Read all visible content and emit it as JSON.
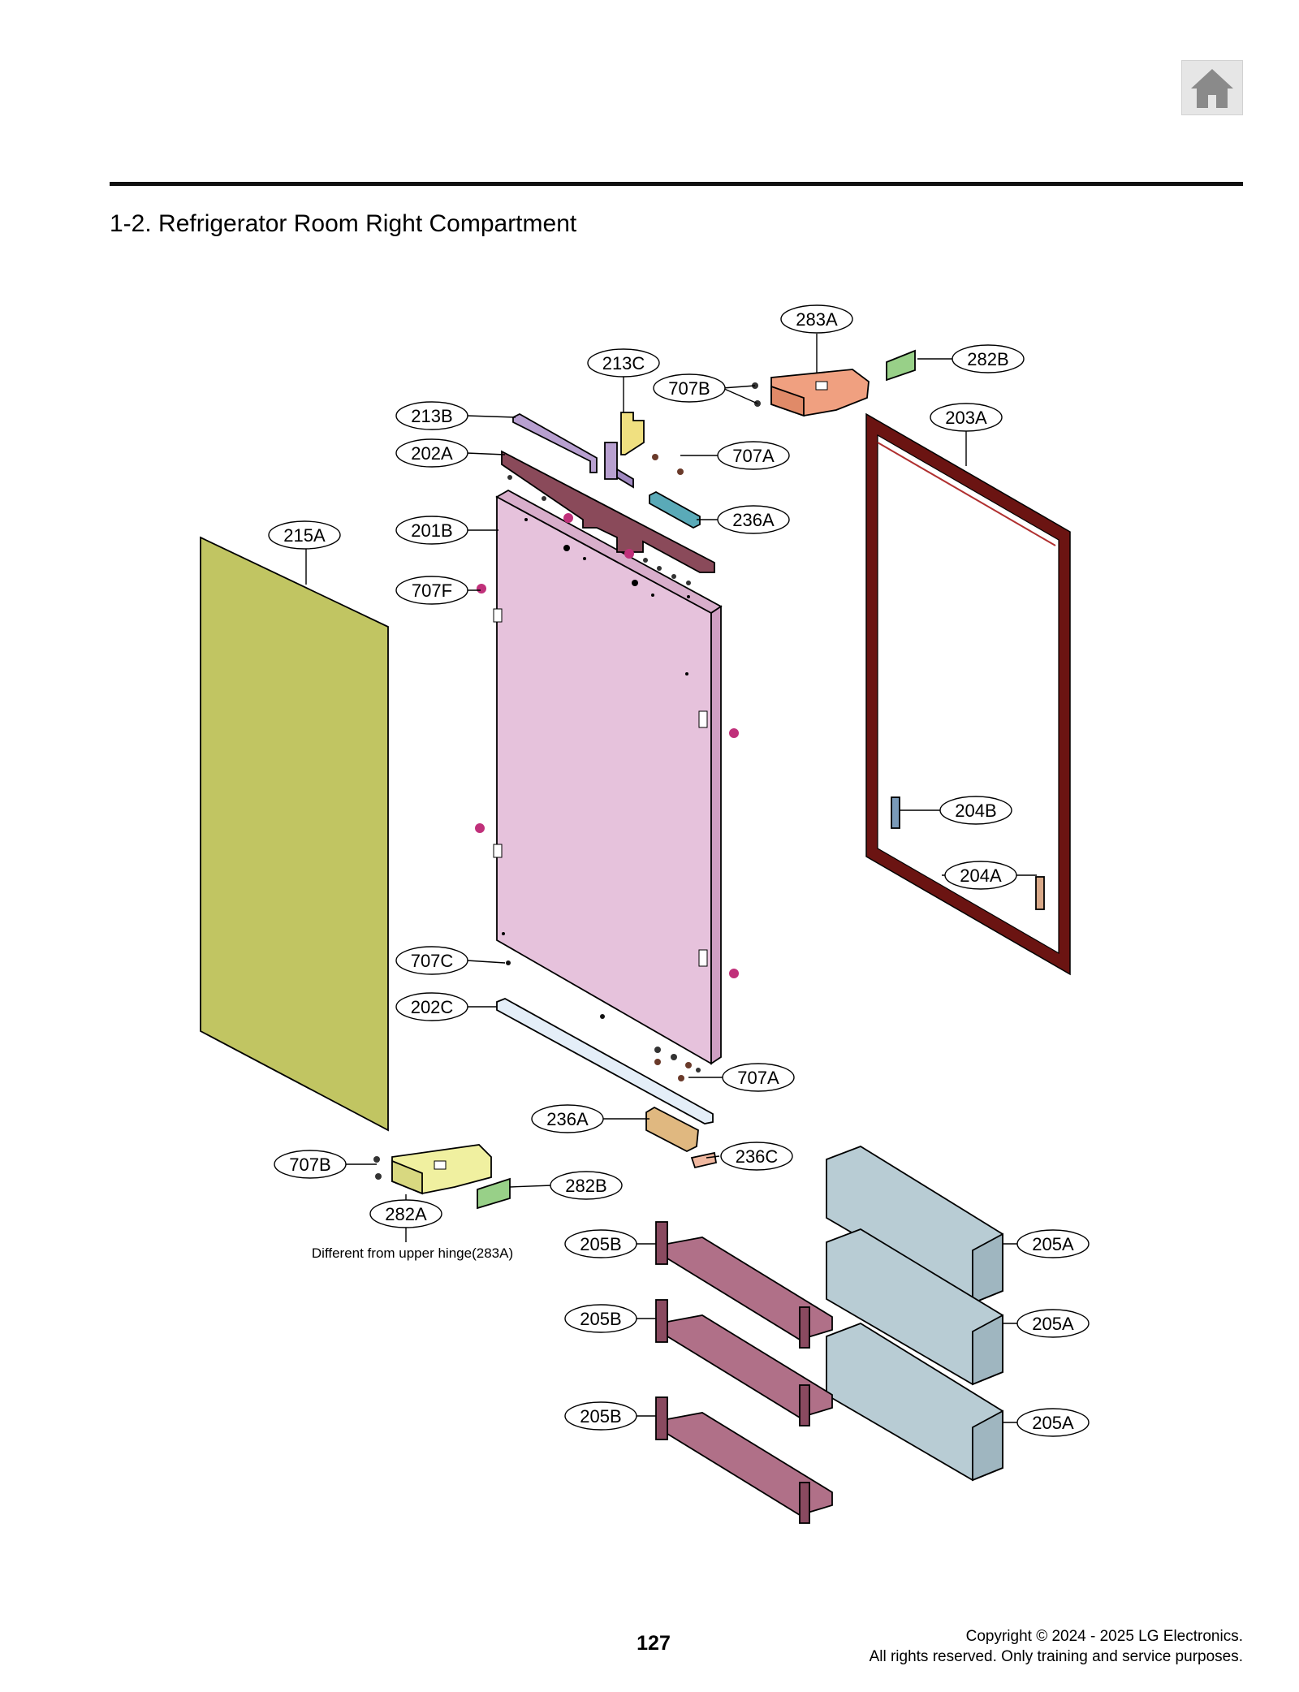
{
  "header": {
    "home_icon": "home-icon",
    "section_title": "1-2. Refrigerator Room Right Compartment"
  },
  "diagram": {
    "part_labels": {
      "p283A": "283A",
      "p282B_top": "282B",
      "p213C": "213C",
      "p707B_top": "707B",
      "p213B": "213B",
      "p203A": "203A",
      "p202A": "202A",
      "p707A_top": "707A",
      "p236A_top": "236A",
      "p215A": "215A",
      "p201B": "201B",
      "p707F": "707F",
      "p204B": "204B",
      "p204A": "204A",
      "p707C": "707C",
      "p202C": "202C",
      "p707A_bottom": "707A",
      "p236A_bottom": "236A",
      "p236C": "236C",
      "p707B_bottom": "707B",
      "p282B_bottom": "282B",
      "p282A": "282A",
      "p205B_1": "205B",
      "p205B_2": "205B",
      "p205B_3": "205B",
      "p205A_1": "205A",
      "p205A_2": "205A",
      "p205A_3": "205A"
    },
    "hinge_note": "Different from upper hinge(283A)",
    "part_colors": {
      "door_panel": "#c1c562",
      "door_liner": "#e6c2dc",
      "gasket": "#6b1412",
      "upper_hinge": "#f0a080",
      "lower_hinge": "#f0f0a0",
      "hinge_cover": "#98d088",
      "bracket_213B": "#b8a0d0",
      "bracket_213C": "#f0e080",
      "cap_202A": "#8a4a5a",
      "stopper_236A_top": "#5aaab8",
      "stopper_236A_bottom": "#e0b880",
      "cap_202C": "#e4eef8",
      "shelf_205A": "#b8ccd4",
      "shelf_205B": "#b07088",
      "screw": "#c0307a"
    }
  },
  "footer": {
    "page_number": "127",
    "copyright_line1": "Copyright © 2024 - 2025 LG Electronics.",
    "copyright_line2": "All rights reserved. Only training and service purposes."
  }
}
